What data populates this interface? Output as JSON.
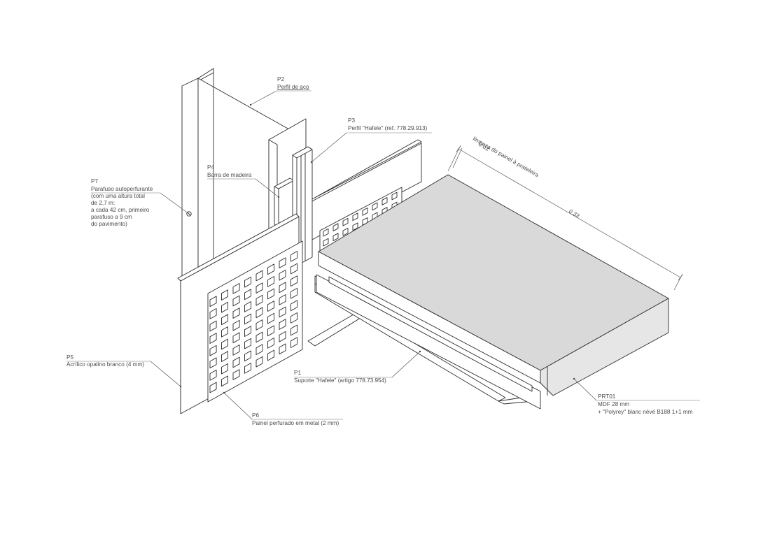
{
  "colors": {
    "line": "#2b2b2b",
    "shelf_top": "#d9d9d9",
    "shelf_side": "#e6e6e6",
    "label_text": "#4a4a4a",
    "background": "#ffffff"
  },
  "dimensions": {
    "gap_value": "0.02",
    "gap_note": "limpeza do painel à prateleira",
    "depth_value": "0.33"
  },
  "labels": {
    "p2": {
      "code": "P2",
      "desc": "Perfil de aço"
    },
    "p3": {
      "code": "P3",
      "desc": "Perfil \"Hafele\" (ref. 778.29.913)"
    },
    "p4": {
      "code": "P4",
      "desc": "Barra de madeira"
    },
    "p7": {
      "code": "P7",
      "lines": [
        "Parafuso autoperfurante",
        "(com uma altura total",
        "de 2,7 m:",
        "a cada 42 cm, primeiro",
        "parafuso a 9 cm",
        "do pavimento)"
      ]
    },
    "p5": {
      "code": "P5",
      "desc": "Acrílico opalino branco (4 mm)"
    },
    "p1": {
      "code": "P1",
      "desc": "Suporte \"Hafele\" (artigo 778.73.954)"
    },
    "p6": {
      "code": "P6",
      "desc": "Painel perfurado em metal (2 mm)"
    },
    "prt01": {
      "code": "PRT01",
      "lines": [
        "MDF 28 mm",
        "+ \"Polyrey\" blanc névé B188 1+1 mm"
      ]
    }
  }
}
